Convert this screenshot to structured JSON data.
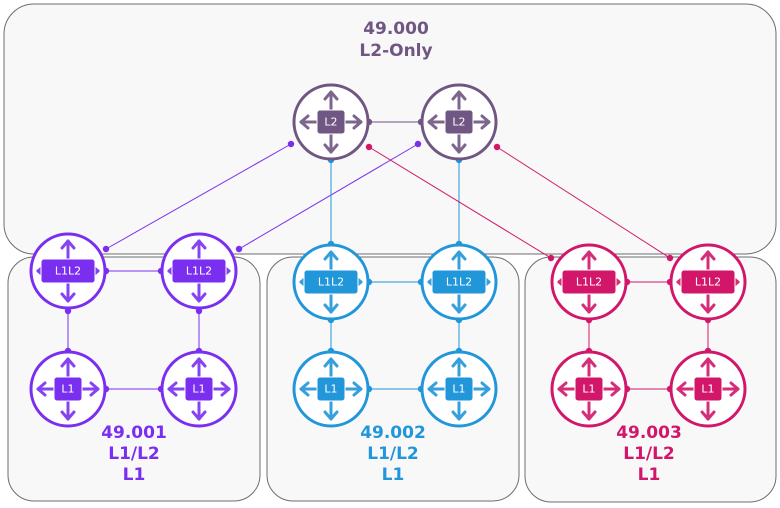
{
  "colors": {
    "purple": "#7a2ff0",
    "blue": "#2196d9",
    "magenta": "#d2176b",
    "backbone": "#705682",
    "area_fill": "#f8f8f8",
    "area_border": "#6d6d6d"
  },
  "areas": {
    "backbone": {
      "id": "49.000",
      "type": "L2-Only"
    },
    "area1": {
      "id": "49.001",
      "type": "L1/L2",
      "type2": "L1"
    },
    "area2": {
      "id": "49.002",
      "type": "L1/L2",
      "type2": "L1"
    },
    "area3": {
      "id": "49.003",
      "type": "L1/L2",
      "type2": "L1"
    }
  },
  "routers": [
    {
      "key": "backbone-left",
      "label": "L2",
      "color": "backbone"
    },
    {
      "key": "backbone-right",
      "label": "L2",
      "color": "backbone"
    },
    {
      "key": "area1-l1l2-left",
      "label": "L1L2",
      "color": "purple"
    },
    {
      "key": "area1-l1l2-right",
      "label": "L1L2",
      "color": "purple"
    },
    {
      "key": "area1-l1-left",
      "label": "L1",
      "color": "purple"
    },
    {
      "key": "area1-l1-right",
      "label": "L1",
      "color": "purple"
    },
    {
      "key": "area2-l1l2-left",
      "label": "L1L2",
      "color": "blue"
    },
    {
      "key": "area2-l1l2-right",
      "label": "L1L2",
      "color": "blue"
    },
    {
      "key": "area2-l1-left",
      "label": "L1",
      "color": "blue"
    },
    {
      "key": "area2-l1-right",
      "label": "L1",
      "color": "blue"
    },
    {
      "key": "area3-l1l2-left",
      "label": "L1L2",
      "color": "magenta"
    },
    {
      "key": "area3-l1l2-right",
      "label": "L1L2",
      "color": "magenta"
    },
    {
      "key": "area3-l1-left",
      "label": "L1",
      "color": "magenta"
    },
    {
      "key": "area3-l1-right",
      "label": "L1",
      "color": "magenta"
    }
  ]
}
